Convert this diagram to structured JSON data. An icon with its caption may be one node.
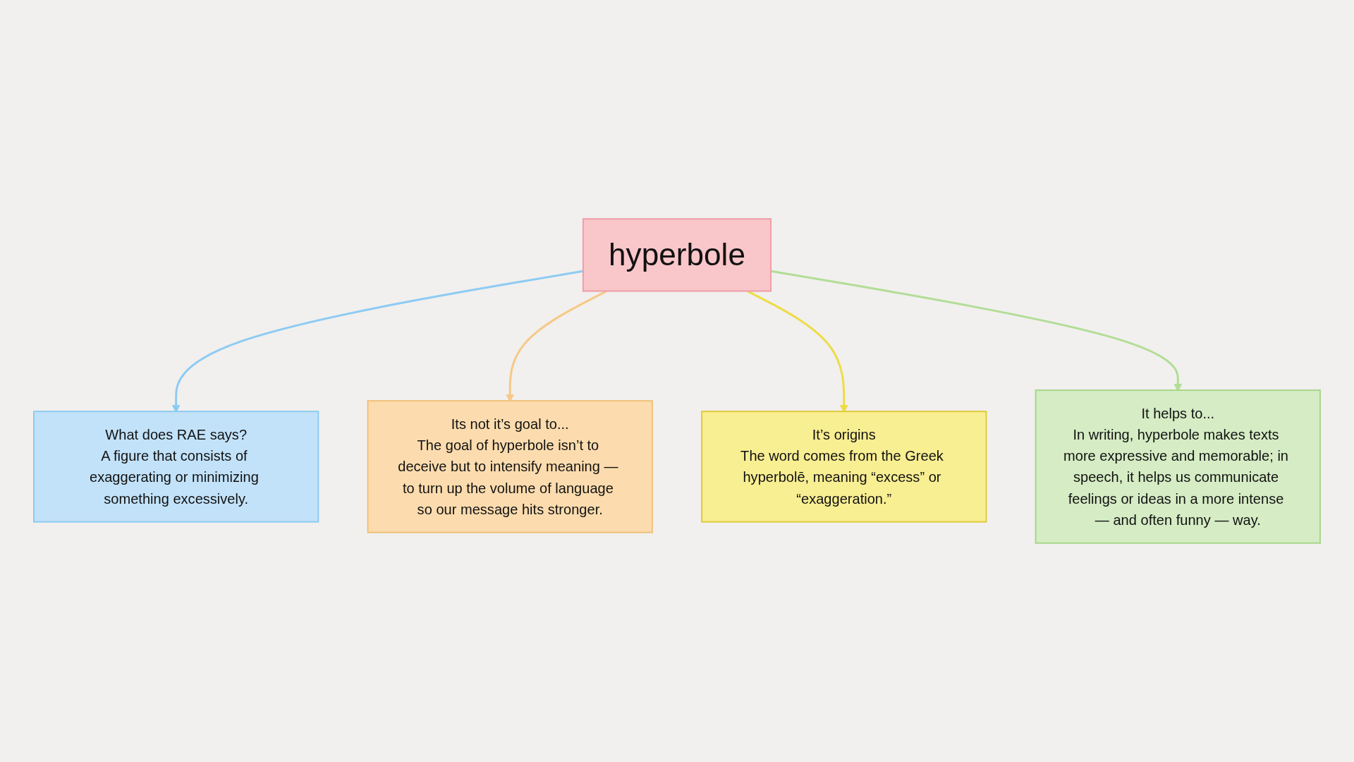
{
  "diagram": {
    "nodes": [
      {
        "text": [
          "What does RAE says?",
          "A figure that consists of exaggerating or minimizing something excessively."
        ]
      },
      {
        "text": [
          "Its not it’s goal to...",
          "The goal of hyperbole isn’t to deceive but to intensify meaning — to turn up the volume of language so our message hits stronger."
        ]
      },
      {
        "text": [
          "hyperbole"
        ]
      },
      {
        "text": [
          "It’s origins",
          "The word comes from the Greek hyperbolē, meaning “excess” or “exaggeration.”"
        ]
      },
      {
        "text": [
          "It helps to...",
          "In writing, hyperbole makes texts more expressive and memorable; in speech, it helps us communicate feelings or ideas in a more intense — and often funny — way."
        ]
      }
    ],
    "edges": [
      {
        "from": 2,
        "to": 0,
        "arrow": "to",
        "color": "#8ecbf3"
      },
      {
        "from": 2,
        "to": 1,
        "arrow": "to",
        "color": "#f6c988"
      },
      {
        "from": 2,
        "to": 3,
        "arrow": "to",
        "color": "#eedc45"
      },
      {
        "from": 2,
        "to": 4,
        "arrow": "to",
        "color": "#b2dd96"
      }
    ]
  }
}
